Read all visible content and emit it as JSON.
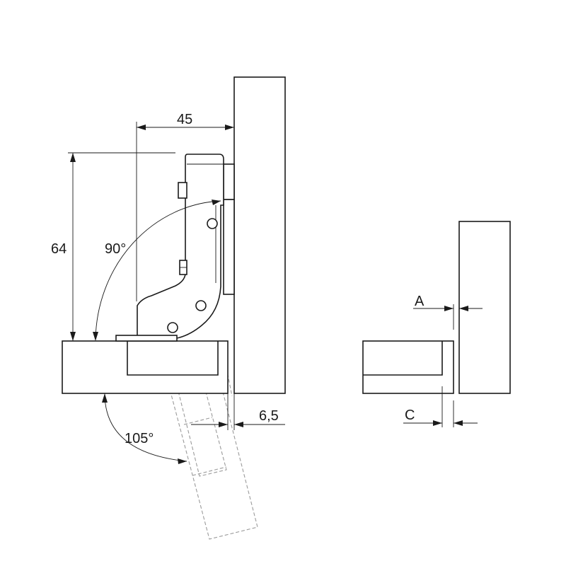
{
  "dimensions": {
    "width_45": "45",
    "height_64": "64",
    "angle_90": "90°",
    "angle_105": "105°",
    "overlay_6_5": "6,5",
    "gap_a": "A",
    "gap_c": "C"
  },
  "colors": {
    "line": "#1a1a1a",
    "hidden": "#9a9a9a",
    "background": "#ffffff"
  }
}
